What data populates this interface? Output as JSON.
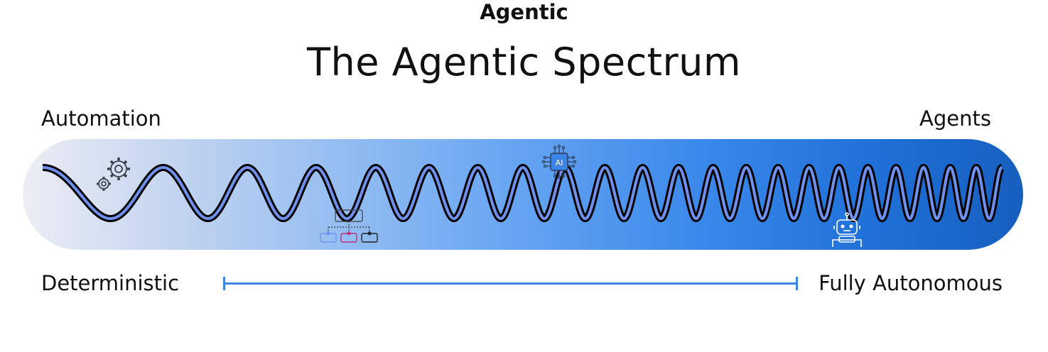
{
  "title": "The Agentic Spectrum",
  "left_top": "Automation",
  "right_top": "Agents",
  "left_bottom": "Deterministic",
  "right_bottom": "Fully Autonomous",
  "range_label": "Agentic",
  "icons": {
    "gears": "gears-icon",
    "workflow": "workflow-icon",
    "ai_chip": "ai-chip-icon",
    "ai_chip_text": "AI",
    "robot": "robot-icon"
  },
  "colors": {
    "wave_inner": "#6f90ee",
    "wave_outline": "#000000",
    "band_start": "#eceef3",
    "band_end": "#175fbe",
    "range_bar": "#3f86e4"
  }
}
